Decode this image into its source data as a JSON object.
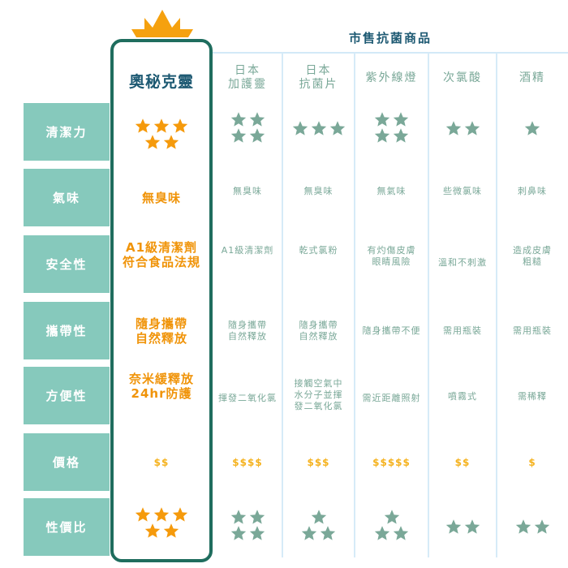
{
  "brand": {
    "name": "奧秘克靈",
    "accent_color": "#f0940a",
    "border_color": "#1f6d5e"
  },
  "market_title": "市售抗菌商品",
  "columns": [
    {
      "label": "日本\n加護靈"
    },
    {
      "label": "日本\n抗菌片"
    },
    {
      "label": "紫外線燈"
    },
    {
      "label": "次氯酸"
    },
    {
      "label": "酒精"
    }
  ],
  "rows": [
    {
      "label": "清潔力",
      "type": "stars",
      "brand": 5,
      "values": [
        4,
        3,
        4,
        2,
        1
      ]
    },
    {
      "label": "氣味",
      "type": "text",
      "brand": "無臭味",
      "values": [
        "無臭味",
        "無臭味",
        "無氣味",
        "些微氯味",
        "刺鼻味"
      ]
    },
    {
      "label": "安全性",
      "type": "text",
      "brand": "A1級清潔劑\n符合食品法規",
      "values": [
        "A1級清潔劑",
        "乾式氯粉",
        "有灼傷皮膚\n眼睛風險",
        "溫和不刺激",
        "造成皮膚\n粗糙"
      ]
    },
    {
      "label": "攜帶性",
      "type": "text",
      "brand": "隨身攜帶\n自然釋放",
      "values": [
        "隨身攜帶\n自然釋放",
        "隨身攜帶\n自然釋放",
        "隨身攜帶不便",
        "需用瓶裝",
        "需用瓶裝"
      ]
    },
    {
      "label": "方便性",
      "type": "text",
      "brand": "奈米緩釋放\n24hr防護",
      "values": [
        "揮發二氧化氯",
        "接觸空氣中\n水分子並揮\n發二氧化氯",
        "需近距離照射",
        "噴霧式",
        "需稀釋"
      ]
    },
    {
      "label": "價格",
      "type": "price",
      "brand": "$$",
      "values": [
        "$$$$",
        "$$$",
        "$$$$$",
        "$$",
        "$"
      ]
    },
    {
      "label": "性價比",
      "type": "stars",
      "brand": 5,
      "values": [
        4,
        3,
        3,
        2,
        2
      ]
    }
  ],
  "colors": {
    "label_bg": "#86c9bc",
    "brand_star": "#f59a0c",
    "other_star": "#7aa898",
    "price": "#f5b21e"
  }
}
